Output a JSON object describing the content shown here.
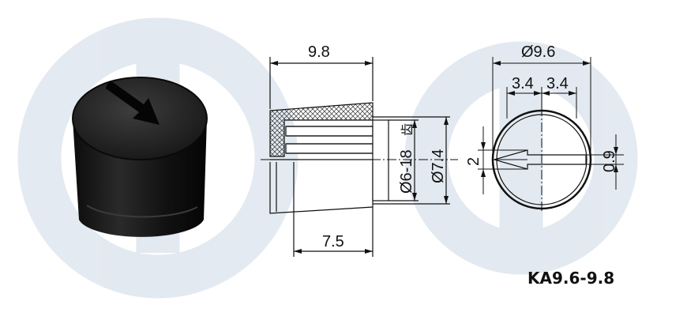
{
  "watermark": {
    "name": "brand-watermark",
    "color": "#dfe6ee"
  },
  "side_view": {
    "overall_length": "9.8",
    "shaft_length": "7.5",
    "shaft_bore": "Ø6-18",
    "tooth_char": "齿",
    "outer_diameter": "Ø7.4"
  },
  "front_view": {
    "diameter": "Ø9.6",
    "half_width_left": "3.4",
    "half_width_right": "3.4",
    "arrow_height": "2",
    "offset": "0.9"
  },
  "model_code": "KA9.6-9.8"
}
